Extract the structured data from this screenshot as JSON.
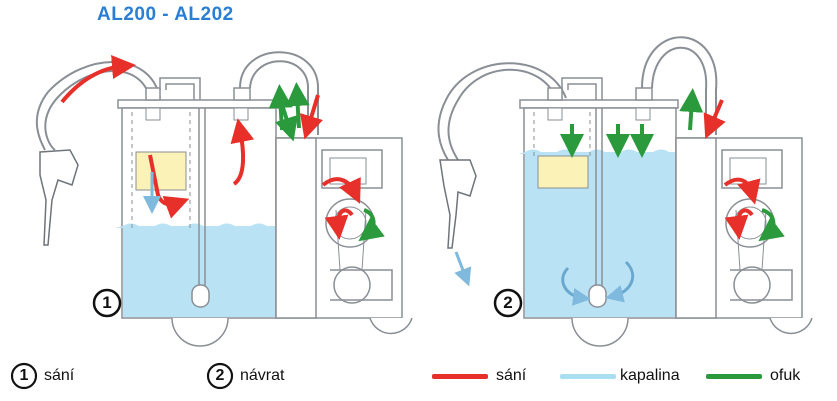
{
  "title": "AL200 - AL202",
  "figures": [
    {
      "number": "1",
      "label": "sání"
    },
    {
      "number": "2",
      "label": "návrat"
    }
  ],
  "legend": [
    {
      "label": "sání",
      "color": "#e8302a"
    },
    {
      "label": "kapalina",
      "color": "#a9dff0"
    },
    {
      "label": "ofuk",
      "color": "#2a9a3c"
    }
  ],
  "colors": {
    "liquid": "#b9e3f5",
    "tank_outline": "#8a8f96",
    "oil": "#fbf2b8",
    "red_arrow": "#e8302a",
    "green_arrow": "#2a9a3c",
    "blue_arrow": "#7fb9de",
    "title": "#2a7fd4"
  }
}
